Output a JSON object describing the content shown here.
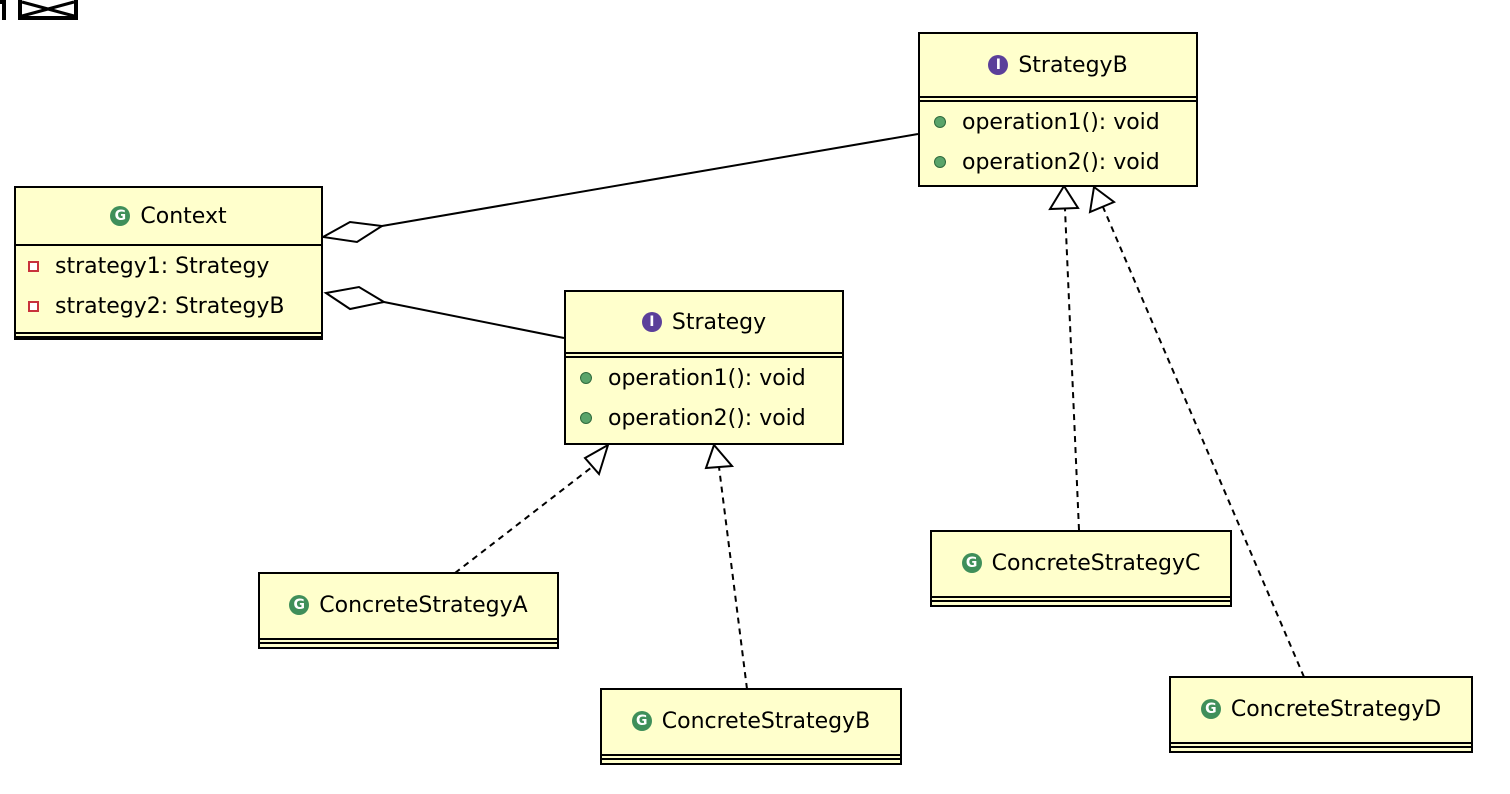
{
  "classes": {
    "context": {
      "name": "Context",
      "kind": "class",
      "fields": [
        "strategy1: Strategy",
        "strategy2: StrategyB"
      ]
    },
    "strategy": {
      "name": "Strategy",
      "kind": "interface",
      "methods": [
        "operation1(): void",
        "operation2(): void"
      ]
    },
    "strategyB": {
      "name": "StrategyB",
      "kind": "interface",
      "methods": [
        "operation1(): void",
        "operation2(): void"
      ]
    },
    "concreteA": {
      "name": "ConcreteStrategyA",
      "kind": "class"
    },
    "concreteB": {
      "name": "ConcreteStrategyB",
      "kind": "class"
    },
    "concreteC": {
      "name": "ConcreteStrategyC",
      "kind": "class"
    },
    "concreteD": {
      "name": "ConcreteStrategyD",
      "kind": "class"
    }
  },
  "badges": {
    "class": "G",
    "interface": "I"
  },
  "colors": {
    "box_fill": "#ffffcc",
    "class_badge": "#3f8f5a",
    "interface_badge": "#5b3f9a",
    "private_field": "#c8323c",
    "public_method": "#5aa46a"
  },
  "relations": [
    {
      "from": "Context",
      "to": "StrategyB",
      "type": "aggregation"
    },
    {
      "from": "Context",
      "to": "Strategy",
      "type": "aggregation"
    },
    {
      "from": "ConcreteStrategyA",
      "to": "Strategy",
      "type": "realization"
    },
    {
      "from": "ConcreteStrategyB",
      "to": "Strategy",
      "type": "realization"
    },
    {
      "from": "ConcreteStrategyC",
      "to": "StrategyB",
      "type": "realization"
    },
    {
      "from": "ConcreteStrategyD",
      "to": "StrategyB",
      "type": "realization"
    }
  ]
}
